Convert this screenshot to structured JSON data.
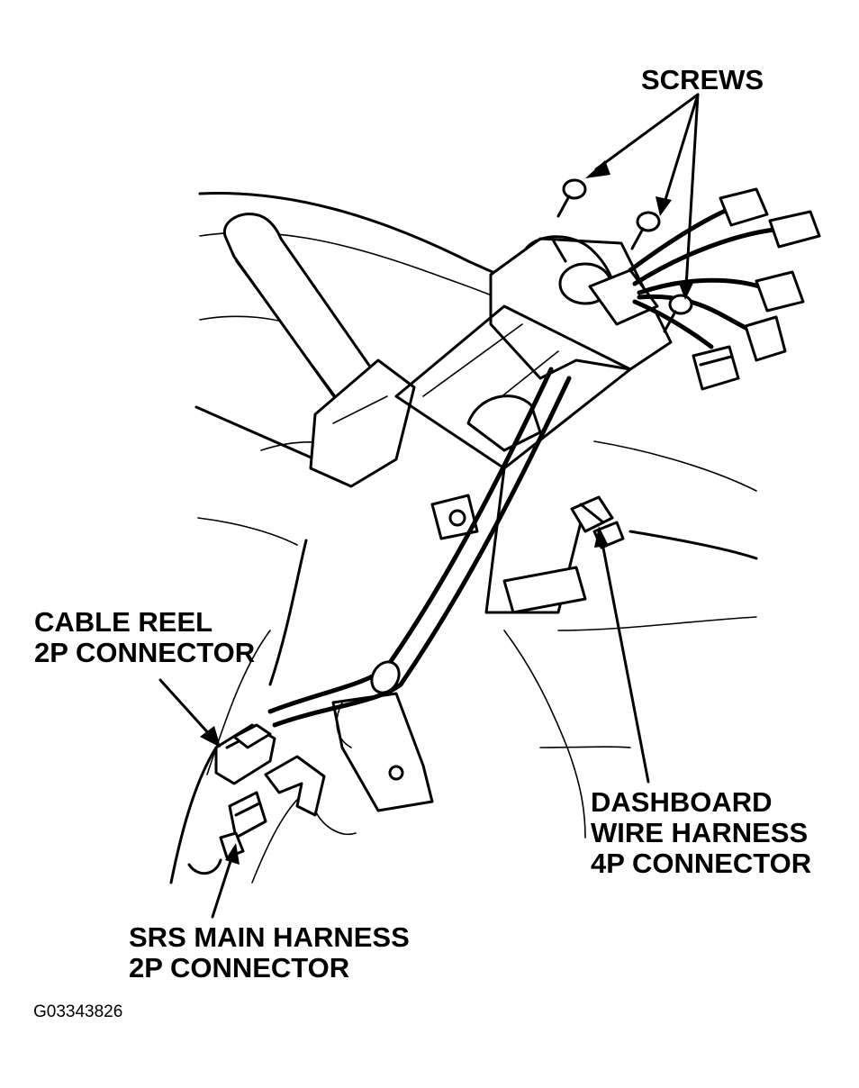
{
  "figure": {
    "id": "G03343826",
    "colors": {
      "ink": "#000000",
      "paper": "#ffffff"
    }
  },
  "labels": {
    "screws": "SCREWS",
    "cable_reel_line1": "CABLE REEL",
    "cable_reel_line2": "2P CONNECTOR",
    "dashboard_line1": "DASHBOARD",
    "dashboard_line2": "WIRE HARNESS",
    "dashboard_line3": "4P CONNECTOR",
    "srs_line1": "SRS MAIN HARNESS",
    "srs_line2": "2P CONNECTOR"
  }
}
